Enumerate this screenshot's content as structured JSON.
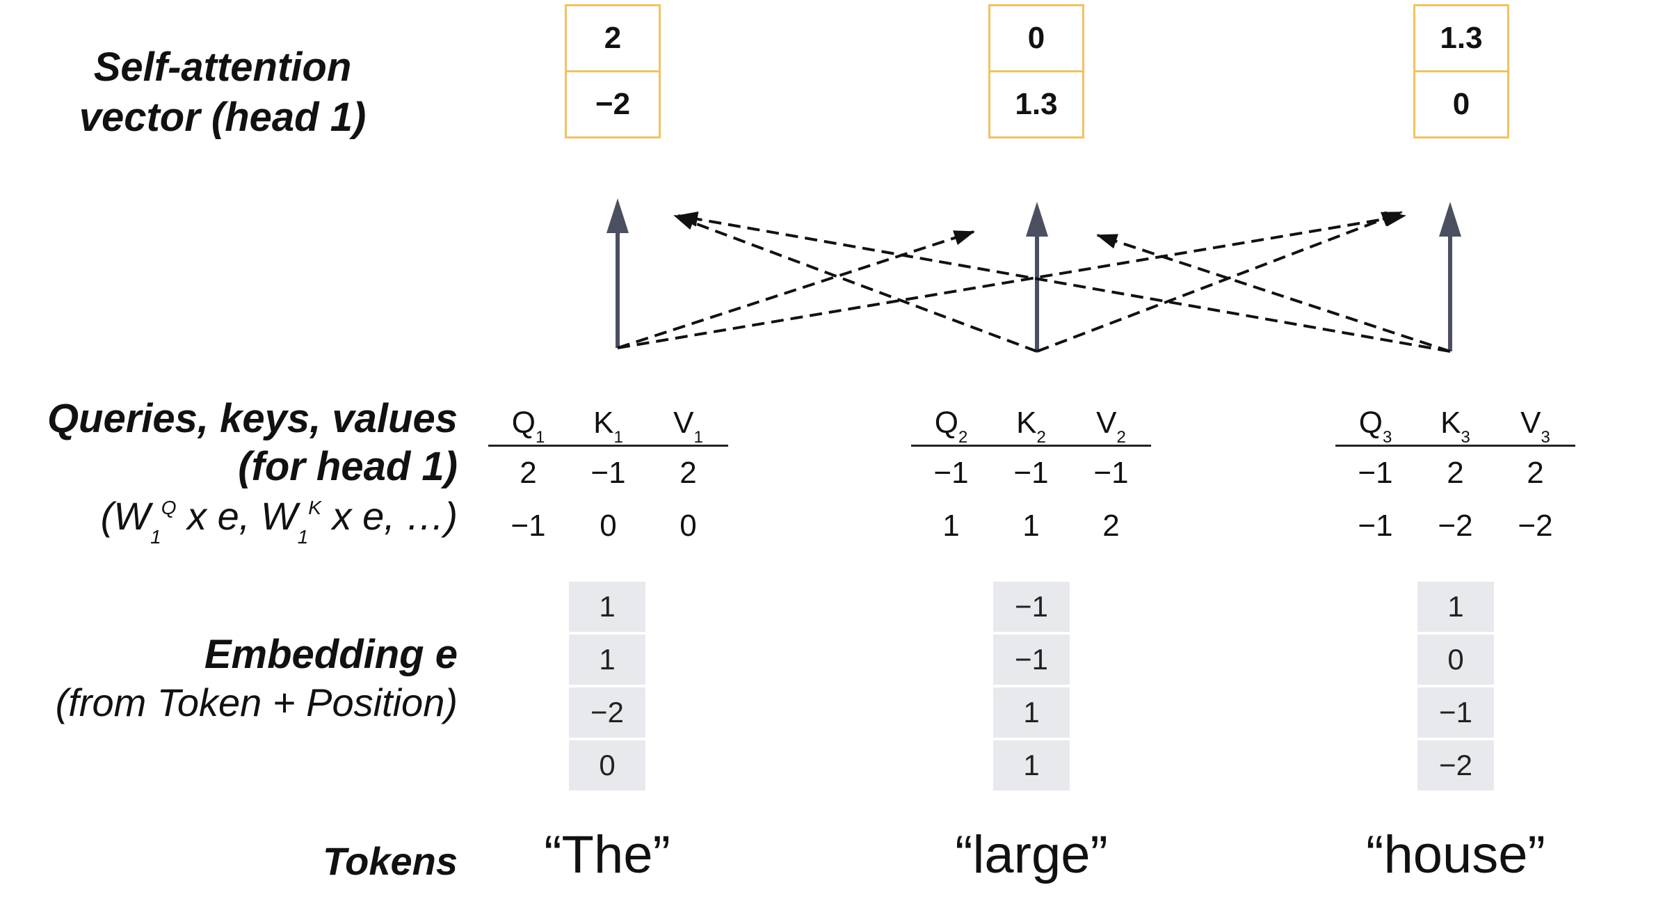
{
  "labels": {
    "self_attention": [
      "Self-attention",
      "vector (head 1)"
    ],
    "qkv_line1": "Queries, keys, values",
    "qkv_line2": "(for head 1)",
    "qkv_formula": {
      "open": "(W",
      "sub1": "1",
      "supQ": "Q",
      "mid": " x e, W",
      "sub2": "1",
      "supK": "K",
      "tail": " x e, …)"
    },
    "embedding": "Embedding e",
    "embedding_sub": "(from Token + Position)",
    "tokens": "Tokens"
  },
  "tokens": [
    {
      "word": "“The”",
      "attention": [
        "2",
        "−2"
      ],
      "qkv_headers": [
        [
          "Q",
          "1"
        ],
        [
          "K",
          "1"
        ],
        [
          "V",
          "1"
        ]
      ],
      "qkv_rows": [
        [
          "2",
          "−1",
          "2"
        ],
        [
          "−1",
          "0",
          "0"
        ]
      ],
      "embedding": [
        "1",
        "1",
        "−2",
        "0"
      ]
    },
    {
      "word": "“large”",
      "attention": [
        "0",
        "1.3"
      ],
      "qkv_headers": [
        [
          "Q",
          "2"
        ],
        [
          "K",
          "2"
        ],
        [
          "V",
          "2"
        ]
      ],
      "qkv_rows": [
        [
          "−1",
          "−1",
          "−1"
        ],
        [
          "1",
          "1",
          "2"
        ]
      ],
      "embedding": [
        "−1",
        "−1",
        "1",
        "1"
      ]
    },
    {
      "word": "“house”",
      "attention": [
        "1.3",
        "0"
      ],
      "qkv_headers": [
        [
          "Q",
          "3"
        ],
        [
          "K",
          "3"
        ],
        [
          "V",
          "3"
        ]
      ],
      "qkv_rows": [
        [
          "−1",
          "2",
          "2"
        ],
        [
          "−1",
          "−2",
          "−2"
        ]
      ],
      "embedding": [
        "1",
        "0",
        "−1",
        "−2"
      ]
    }
  ],
  "colors": {
    "attention_box_border": "#f2c260",
    "embedding_fill": "#e8e9ed",
    "solid_arrow": "#4a5060",
    "dashed_arrow": "#111111"
  }
}
